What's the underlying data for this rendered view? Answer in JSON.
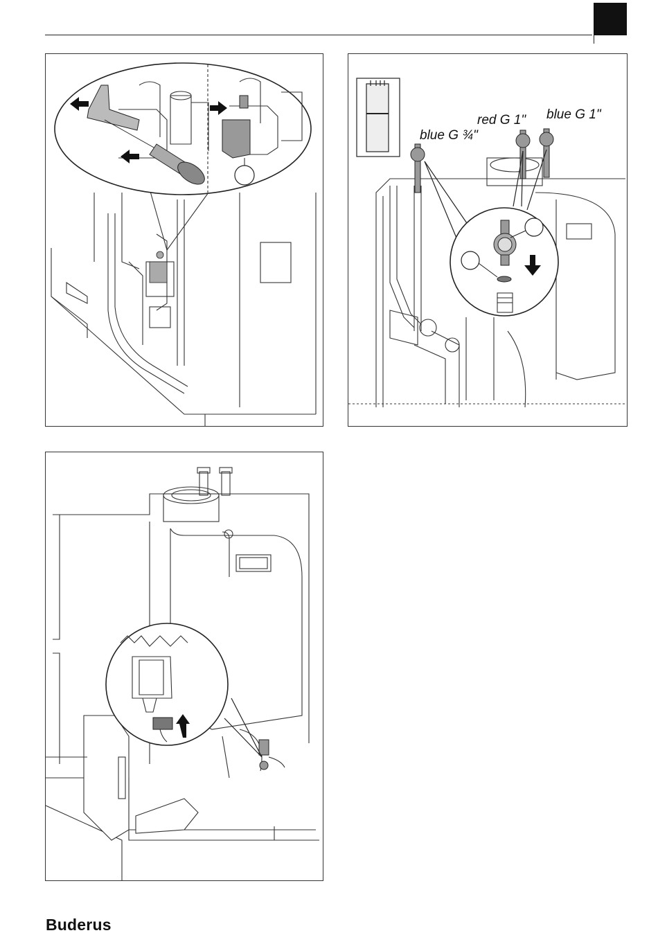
{
  "brand": {
    "name": "Buderus"
  },
  "panels": {
    "figure1": {
      "callouts": []
    },
    "figure2": {
      "labels": {
        "blue_small": "blue G ¾\"",
        "red": "red G 1\"",
        "blue_large": "blue G 1\""
      }
    },
    "figure3": {
      "callouts": []
    }
  },
  "colors": {
    "ink": "#111111",
    "panel_border": "#333333",
    "tab": "#111111"
  }
}
